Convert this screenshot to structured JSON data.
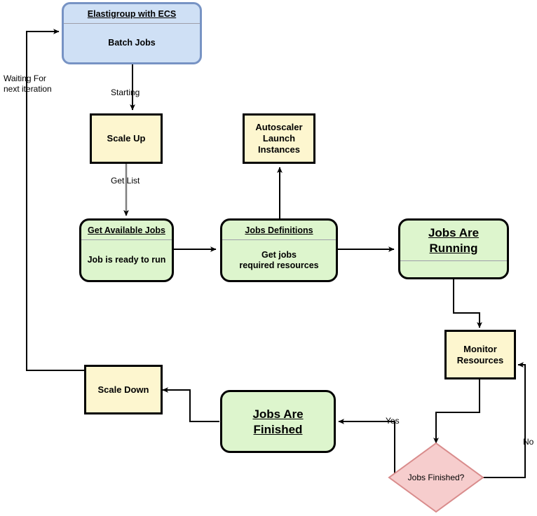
{
  "diagram": {
    "title": "Elastigroup with ECS batch jobs autoscaling flowchart",
    "colors": {
      "yellow_fill": "#fdf6cf",
      "green_fill": "#ddf5cd",
      "blue_fill": "#cfe0f5",
      "blue_stroke": "#7793c4",
      "pink_fill": "#f6cdcd",
      "pink_stroke": "#d98c8c",
      "line": "#000000",
      "line_gray": "#7f7f7f",
      "divider": "#9e9ea8"
    }
  },
  "nodes": {
    "elastigroup": {
      "header": "Elastigroup with ECS",
      "body": "Batch Jobs"
    },
    "scale_up": {
      "label": "Scale Up"
    },
    "autoscaler": {
      "label": "Autoscaler\nLaunch\nInstances"
    },
    "get_available_jobs": {
      "header": "Get Available Jobs",
      "body": "Job is ready to run"
    },
    "jobs_definitions": {
      "header": "Jobs Definitions",
      "body": "Get jobs\nrequired resources"
    },
    "jobs_running": {
      "header": "Jobs Are\nRunning",
      "body": ""
    },
    "monitor_resources": {
      "label": "Monitor\nResources"
    },
    "decision": {
      "label": "Jobs Finished?"
    },
    "jobs_finished": {
      "header": "Jobs Are\nFinished",
      "body": ""
    },
    "scale_down": {
      "label": "Scale Down"
    }
  },
  "edge_labels": {
    "waiting": "Waiting For\nnext iteration",
    "starting": "Starting",
    "get_list": "Get List",
    "yes": "Yes",
    "no": "No"
  }
}
